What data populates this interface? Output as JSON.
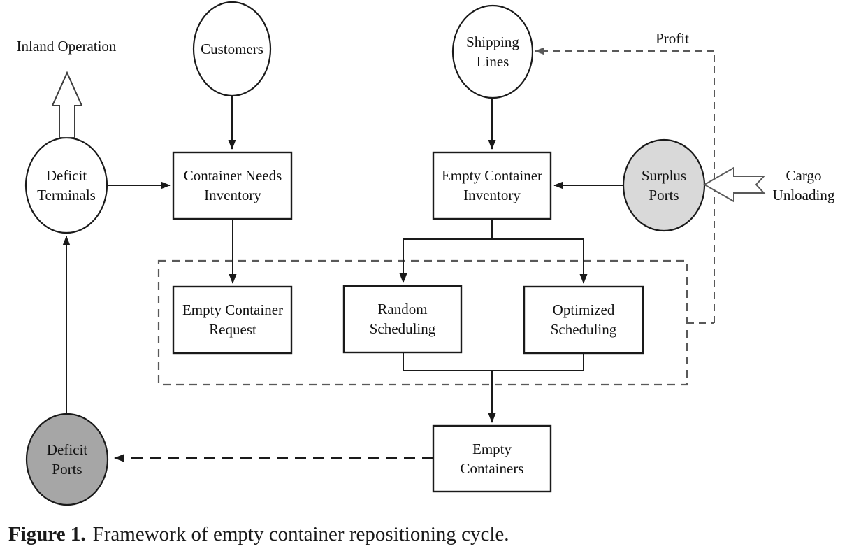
{
  "figure": {
    "caption_label": "Figure 1.",
    "caption_text": "Framework of empty container repositioning cycle."
  },
  "nodes": {
    "customers": {
      "label": "Customers",
      "shape": "ellipse"
    },
    "shipping_lines": {
      "label": "Shipping Lines",
      "shape": "ellipse"
    },
    "deficit_terminals": {
      "label": "Deficit Terminals",
      "shape": "ellipse"
    },
    "surplus_ports": {
      "label": "Surplus Ports",
      "shape": "ellipse"
    },
    "deficit_ports": {
      "label": "Deficit Ports",
      "shape": "ellipse"
    },
    "container_needs_inventory": {
      "label": "Container Needs Inventory",
      "shape": "box"
    },
    "empty_container_inventory": {
      "label": "Empty Container Inventory",
      "shape": "box"
    },
    "empty_container_request": {
      "label": "Empty Container Request",
      "shape": "box"
    },
    "random_scheduling": {
      "label": "Random Scheduling",
      "shape": "box"
    },
    "optimized_scheduling": {
      "label": "Optimized Scheduling",
      "shape": "box"
    },
    "empty_containers": {
      "label": "Empty Containers",
      "shape": "box"
    }
  },
  "annotations": {
    "inland_operation": "Inland Operation",
    "profit": "Profit",
    "cargo_unloading": "Cargo Unloading"
  },
  "colors": {
    "surplus_ports_fill": "#d9d9d9",
    "deficit_ports_fill": "#a6a6a6",
    "node_fill": "#ffffff",
    "solid_line": "#1a1a1a",
    "dashed_line": "#595959"
  }
}
